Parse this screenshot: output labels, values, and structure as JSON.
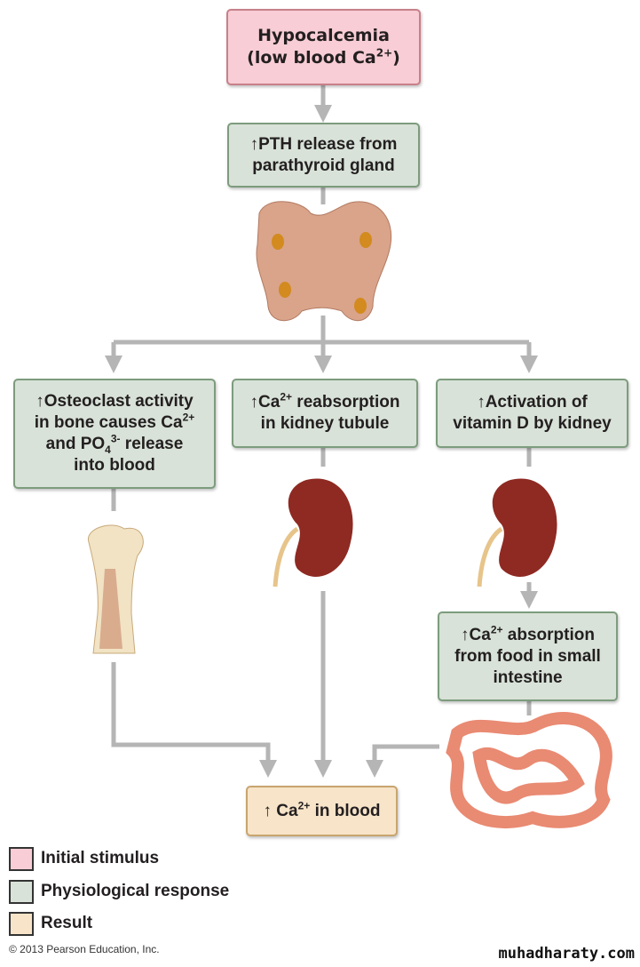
{
  "stimulus": {
    "line1": "Hypocalcemia",
    "line2": "(low blood Ca",
    "sup": "2+",
    "close": ")"
  },
  "pth": {
    "arrow": "↑",
    "line1": "PTH release from",
    "line2": "parathyroid gland"
  },
  "osteoclast": {
    "arrow": "↑",
    "line1": "Osteoclast activity",
    "line2a": "in bone causes Ca",
    "line2sup": "2+",
    "line3a": "and PO",
    "line3sub": "4",
    "line3sup": "3-",
    "line3b": " release",
    "line4": "into blood"
  },
  "kidney_reabs": {
    "arrow": "↑",
    "a": "Ca",
    "sup": "2+",
    "b": " reabsorption",
    "line2": "in kidney tubule"
  },
  "vitd": {
    "arrow": "↑",
    "line1": "Activation of",
    "line2": "vitamin D by kidney"
  },
  "intestine": {
    "arrow": "↑",
    "a": "Ca",
    "sup": "2+",
    "b": " absorption",
    "line2": "from food in small",
    "line3": "intestine"
  },
  "result": {
    "arrow": "↑",
    "a": " Ca",
    "sup": "2+",
    "b": " in blood"
  },
  "legend": [
    {
      "label": "Initial stimulus",
      "color": "#f8cdd5"
    },
    {
      "label": "Physiological response",
      "color": "#d8e2d8"
    },
    {
      "label": "Result",
      "color": "#f7e4c9"
    }
  ],
  "copyright": "© 2013 Pearson Education, Inc.",
  "watermark": "muhadharaty.com"
}
